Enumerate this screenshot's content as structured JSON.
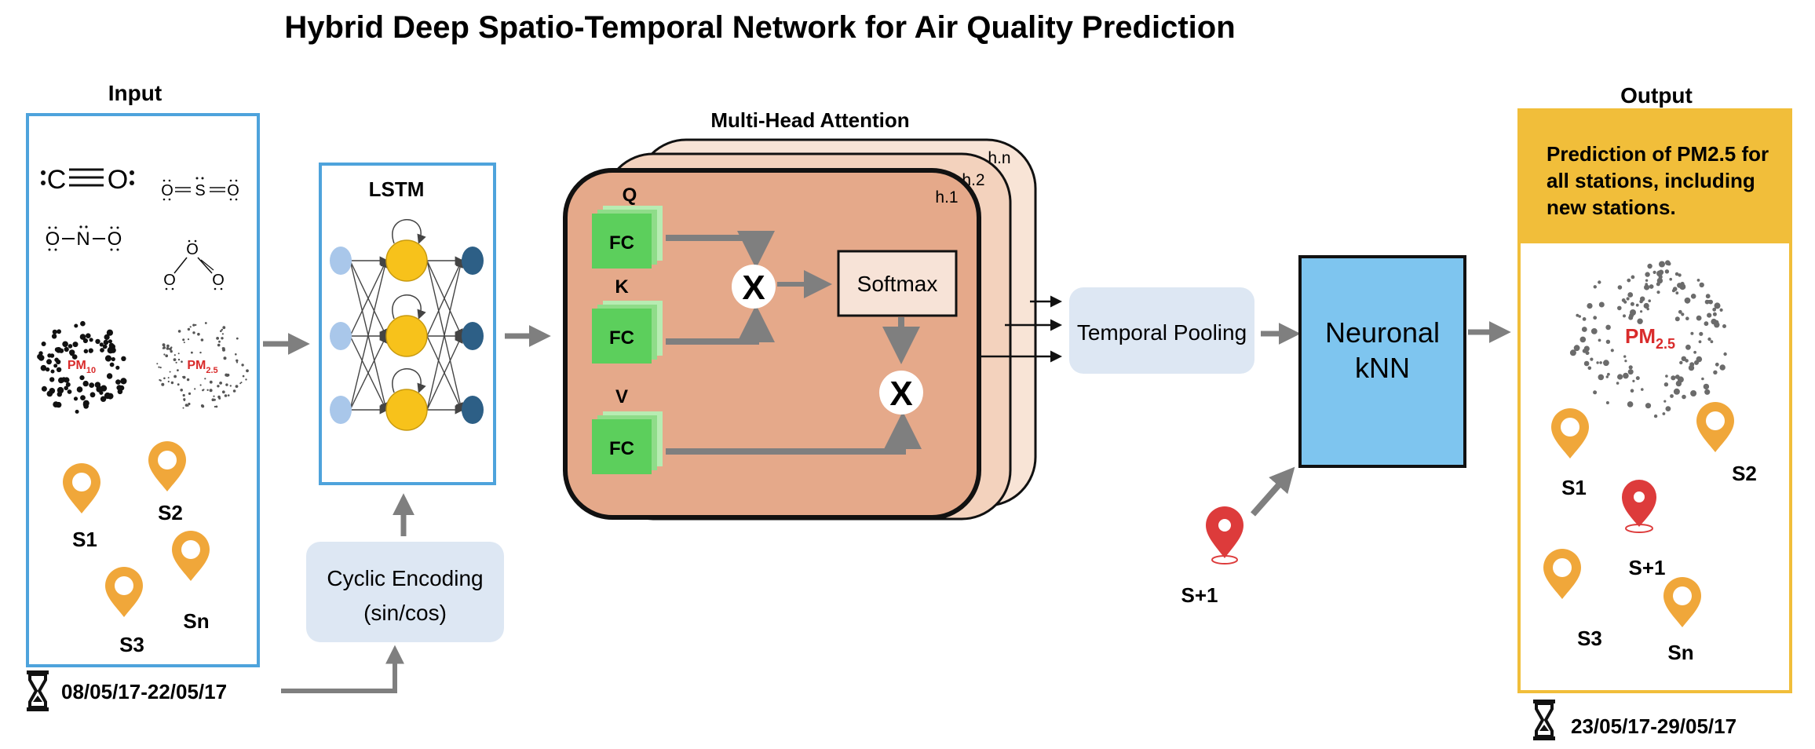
{
  "title": "Hybrid Deep Spatio-Temporal Network for Air Quality Prediction",
  "colors": {
    "input_border": "#4ea3dc",
    "arrow": "#7f7f7f",
    "light_block": "#dde7f3",
    "attention_front": "#e5a98a",
    "attention_back": "#f6dcca",
    "softmax_fill": "#f7e3d7",
    "fc_green": "#5ccf5c",
    "fc_green_light": "#b7ecb2",
    "lstm_yellow": "#f7c21b",
    "lstm_light": "#a9c7ea",
    "lstm_dark": "#2d5f86",
    "knn_blue": "#7ec5ef",
    "output_gold": "#f1be3a",
    "pin_orange": "#f0a73a",
    "pin_red": "#dd3b3b",
    "pm_red": "#d92b2b"
  },
  "input": {
    "title": "Input",
    "molecules": {
      "co_c": "C",
      "co_o": "O",
      "so2_o1": "O",
      "so2_s": "S",
      "so2_o2": "O",
      "no2_o1": "O",
      "no2_n": "N",
      "no2_o2": "O",
      "o3_top": "O",
      "o3_left": "O",
      "o3_right": "O"
    },
    "pm10": {
      "main": "PM",
      "sub": "10"
    },
    "pm25": {
      "main": "PM",
      "sub": "2.5"
    },
    "stations": [
      "S1",
      "S2",
      "S3",
      "Sn"
    ],
    "date_range": "08/05/17-22/05/17"
  },
  "lstm": {
    "title": "LSTM"
  },
  "cyclic": {
    "line1": "Cyclic Encoding",
    "line2": "(sin/cos)"
  },
  "attention": {
    "title": "Multi-Head Attention",
    "heads": [
      "h.1",
      "h.2",
      "h.n"
    ],
    "q_label": "Q",
    "k_label": "K",
    "v_label": "V",
    "fc_label": "FC",
    "mult_label": "X",
    "softmax_label": "Softmax"
  },
  "pooling": {
    "label": "Temporal Pooling"
  },
  "knn": {
    "line1": "Neuronal",
    "line2": "kNN"
  },
  "new_station": {
    "label": "S+1"
  },
  "output": {
    "title": "Output",
    "prediction_lines": [
      "Prediction of PM2.5 for",
      "all stations, including",
      "new stations."
    ],
    "pm25": {
      "main": "PM",
      "sub": "2.5"
    },
    "stations": [
      "S1",
      "S2",
      "S+1",
      "S3",
      "Sn"
    ],
    "date_range": "23/05/17-29/05/17"
  }
}
